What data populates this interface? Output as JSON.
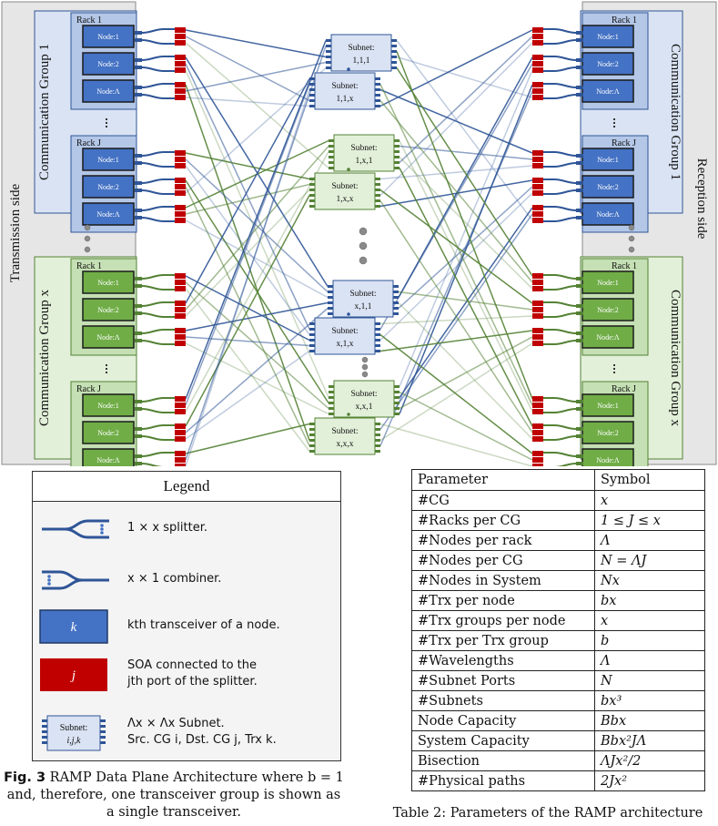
{
  "diagram": {
    "tx_side_label": "Transmission side",
    "rx_side_label": "Reception side",
    "groups": [
      {
        "label": "Communication Group 1",
        "theme": "blue",
        "racks": [
          {
            "label": "Rack 1",
            "nodes": [
              "Node:1",
              "Node:2",
              "Node:Λ"
            ]
          },
          {
            "label": "Rack J",
            "nodes": [
              "Node:1",
              "Node:2",
              "Node:Λ"
            ]
          }
        ]
      },
      {
        "label": "Communication Group x",
        "theme": "green",
        "racks": [
          {
            "label": "Rack 1",
            "nodes": [
              "Node:1",
              "Node:2",
              "Node:Λ"
            ]
          },
          {
            "label": "Rack J",
            "nodes": [
              "Node:1",
              "Node:2",
              "Node:Λ"
            ]
          }
        ]
      }
    ],
    "subnets": [
      {
        "line1": "Subnet:",
        "line2": "1,1,1",
        "theme": "blue"
      },
      {
        "line1": "Subnet:",
        "line2": "1,1,x",
        "theme": "blue"
      },
      {
        "line1": "Subnet:",
        "line2": "1,x,1",
        "theme": "green"
      },
      {
        "line1": "Subnet:",
        "line2": "1,x,x",
        "theme": "green"
      },
      {
        "line1": "Subnet:",
        "line2": "x,1,1",
        "theme": "blue"
      },
      {
        "line1": "Subnet:",
        "line2": "x,1,x",
        "theme": "blue"
      },
      {
        "line1": "Subnet:",
        "line2": "x,x,1",
        "theme": "green"
      },
      {
        "line1": "Subnet:",
        "line2": "x,x,x",
        "theme": "green"
      }
    ],
    "colors": {
      "blue_dark": "#2f5597",
      "blue_node": "#4472c4",
      "blue_light": "#dae3f3",
      "blue_rack": "#b4c7e7",
      "green_dark": "#548235",
      "green_node": "#70ad47",
      "green_light": "#e2f0d9",
      "green_rack": "#c5e0b4",
      "soa_red": "#c00000",
      "side_gray": "#e7e6e6"
    }
  },
  "legend": {
    "title": "Legend",
    "items": [
      {
        "symbol": "splitter-icon",
        "text": "1 × x splitter."
      },
      {
        "symbol": "combiner-icon",
        "text": "x × 1 combiner."
      },
      {
        "symbol": "transceiver-icon",
        "symbol_label": "k",
        "text": "kth transceiver of a node."
      },
      {
        "symbol": "soa-icon",
        "symbol_label": "j",
        "text": "SOA connected to the",
        "text2": "jth port of the splitter."
      },
      {
        "symbol": "subnet-icon",
        "symbol_label1": "Subnet:",
        "symbol_label2": "i,j,k",
        "text": "Λx × Λx Subnet.",
        "text2": "Src. CG i, Dst. CG j, Trx k."
      }
    ]
  },
  "figure_caption": {
    "label": "Fig. 3",
    "text": "RAMP Data Plane Architecture where b = 1 and, therefore, one transceiver group is shown as a single transceiver."
  },
  "table": {
    "headers": [
      "Parameter",
      "Symbol"
    ],
    "rows": [
      [
        "#CG",
        "x"
      ],
      [
        "#Racks per CG",
        "1 ≤ J ≤ x"
      ],
      [
        "#Nodes per rack",
        "Λ"
      ],
      [
        "#Nodes per CG",
        "N = ΛJ"
      ],
      [
        "#Nodes in System",
        "Nx"
      ],
      [
        "#Trx per node",
        "bx"
      ],
      [
        "#Trx groups per node",
        "x"
      ],
      [
        "#Trx per Trx group",
        "b"
      ],
      [
        "#Wavelengths",
        "Λ"
      ],
      [
        "#Subnet Ports",
        "N"
      ],
      [
        "#Subnets",
        "bx³"
      ],
      [
        "Node Capacity",
        "Bbx"
      ],
      [
        "System Capacity",
        "Bbx²JΛ"
      ],
      [
        "Bisection",
        "ΛJx²/2"
      ],
      [
        "#Physical paths",
        "2Jx²"
      ]
    ],
    "caption": "Table 2: Parameters of the RAMP architecture"
  }
}
